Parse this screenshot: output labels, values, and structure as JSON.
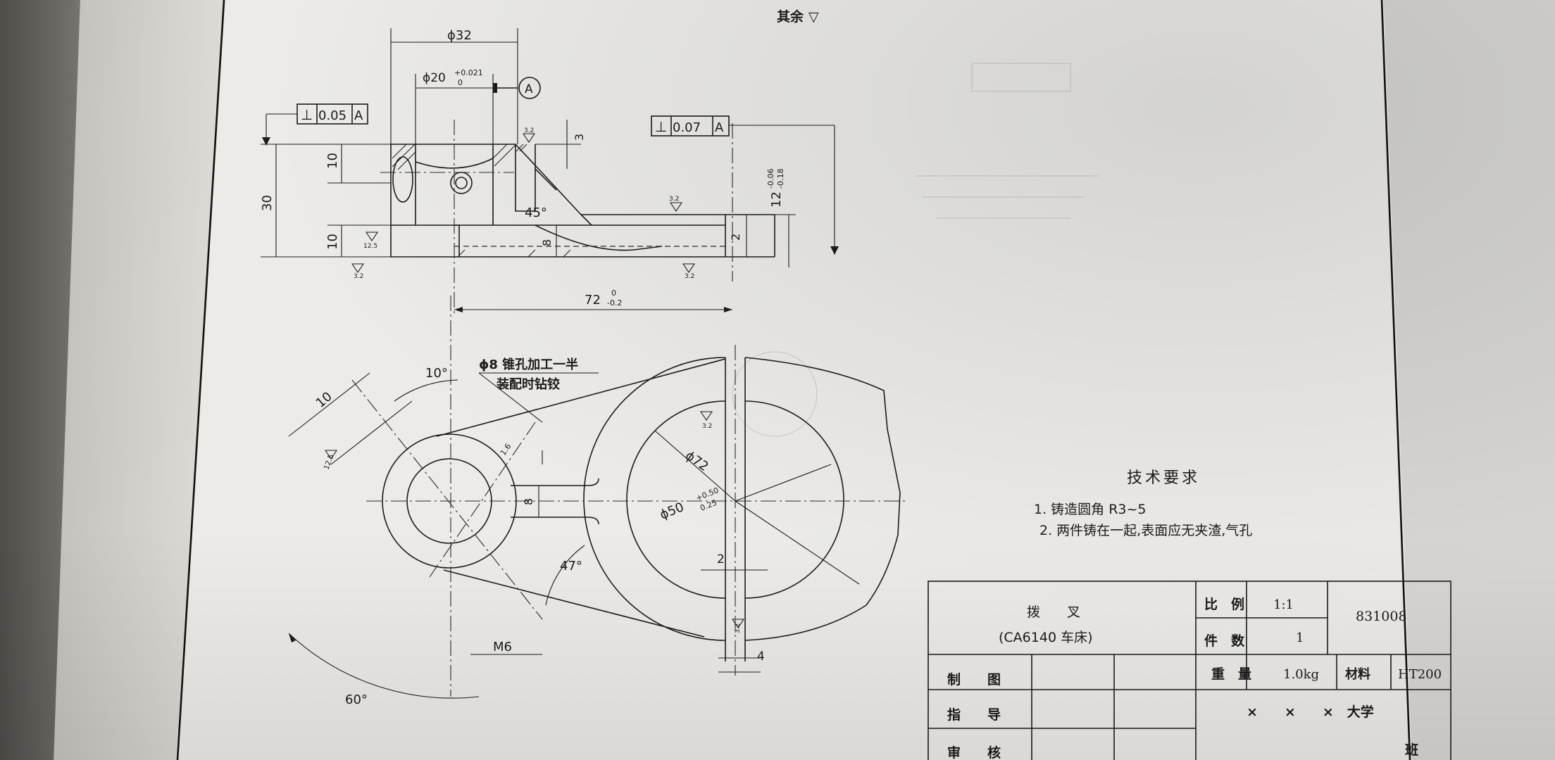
{
  "header": {
    "roughness_note": "其余",
    "roughness_symbol": "▽"
  },
  "top_view": {
    "dim_width": "ϕ32",
    "dim_bore": "ϕ20",
    "dim_bore_tol_upper": "+0.021",
    "dim_bore_tol_lower": "0",
    "datum_label": "A",
    "fcf_left_symbol": "⊥",
    "fcf_left_value": "0.05",
    "fcf_left_datum": "A",
    "fcf_right_symbol": "⊥",
    "fcf_right_value": "0.07",
    "fcf_right_datum": "A",
    "dim_30": "30",
    "dim_10_top": "10",
    "dim_10_bottom": "10",
    "dim_3": "3",
    "dim_45": "45°",
    "dim_8": "8",
    "dim_2": "2",
    "dim_12": "12",
    "dim_12_tol_upper": "-0.06",
    "dim_12_tol_lower": "-0.18",
    "rough_32_a": "3.2",
    "rough_32_b": "3.2",
    "rough_32_c": "3.2",
    "rough_32_d": "3.2",
    "rough_125": "12.5",
    "dim_72": "72",
    "dim_72_tol_upper": "0",
    "dim_72_tol_lower": "-0.2"
  },
  "front_view": {
    "note_line1": "ϕ8 锥孔加工一半",
    "note_line2": "装配时钻铰",
    "dim_10deg": "10°",
    "dim_10": "10",
    "rough_125": "12.5",
    "rough_32_a": "3.2",
    "rough_32_b": "3.2",
    "dim_72": "ϕ72",
    "dim_50": "ϕ50",
    "dim_50_tol_upper": "+0.50",
    "dim_50_tol_lower": "0.25",
    "dim_8": "8",
    "dim_1_6": "1.6",
    "dim_2": "2",
    "dim_4": "4",
    "dim_47": "47°",
    "dim_60": "60°",
    "dim_m6": "M6"
  },
  "tech_requirements": {
    "title": "技术要求",
    "item1": "1. 铸造圆角 R3~5",
    "item2": "2. 两件铸在一起,表面应无夹渣,气孔"
  },
  "title_block": {
    "part_name": "拨　　叉",
    "part_model": "(CA6140 车床)",
    "scale_label": "比　例",
    "scale_value": "1:1",
    "drawing_no": "831008",
    "qty_label": "件　数",
    "qty_value": "1",
    "weight_label": "重　量",
    "weight_value": "1.0kg",
    "material_label": "材料",
    "material_value": "HT200",
    "drawn_label": "制　　图",
    "guide_label": "指　　导",
    "check_label": "审　　核",
    "school": "×　　×　　×　大学",
    "class_label": "班"
  }
}
